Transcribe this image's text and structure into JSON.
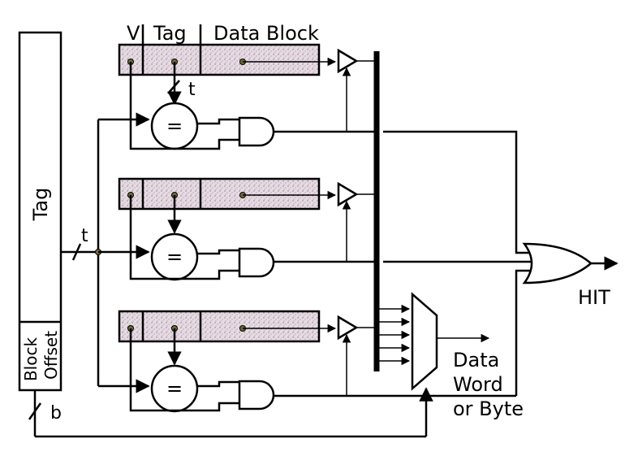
{
  "header": {
    "valid_label": "V",
    "tag_label": "Tag",
    "data_label": "Data Block"
  },
  "address": {
    "tag_label": "Tag",
    "offset_label_1": "Block",
    "offset_label_2": "Offset",
    "tag_width_label": "t",
    "offset_width_label": "b"
  },
  "ways": [
    {
      "tag_width_label": "t",
      "comparator_label": "="
    },
    {
      "comparator_label": "="
    },
    {
      "comparator_label": "="
    }
  ],
  "outputs": {
    "hit_label": "HIT",
    "data_line1": "Data",
    "data_line2": "Word",
    "data_line3": "or Byte"
  }
}
